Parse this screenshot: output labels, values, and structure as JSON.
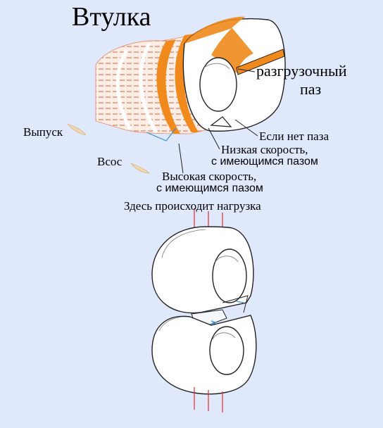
{
  "title": "Втулка",
  "labels": {
    "relief_groove_line1": "разгрузочный",
    "relief_groove_line2": "паз",
    "no_groove": "Если нет паза",
    "low_speed_line1": "Низкая скорость,",
    "low_speed_line2": "с имеющимся пазом",
    "high_speed_line1": "Высокая скорость,",
    "high_speed_line2": "с имеющимся пазом",
    "outlet": "Выпуск",
    "inlet": "Всос",
    "load_here": "Здесь происходит нагрузка"
  },
  "colors": {
    "background": "#dfe9fb",
    "oil_orange": "#f08a1c",
    "oil_stripes": "#e8876a",
    "load_arrows": "#e03030",
    "flow_arrows": "#3a8fd8"
  }
}
